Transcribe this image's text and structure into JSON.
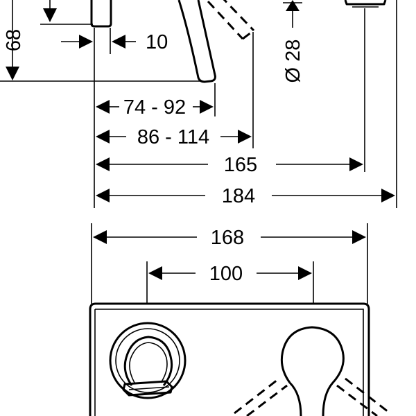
{
  "drawing": {
    "line_color": "#000000",
    "background_color": "#ffffff",
    "dimensions": {
      "height_68": "68",
      "offset_10": "10",
      "spout_74_92": "74 - 92",
      "spout_86_114": "86 - 114",
      "depth_165": "165",
      "depth_184": "184",
      "width_168": "168",
      "spacing_100": "100",
      "diameter_28": "Ø 28"
    }
  }
}
